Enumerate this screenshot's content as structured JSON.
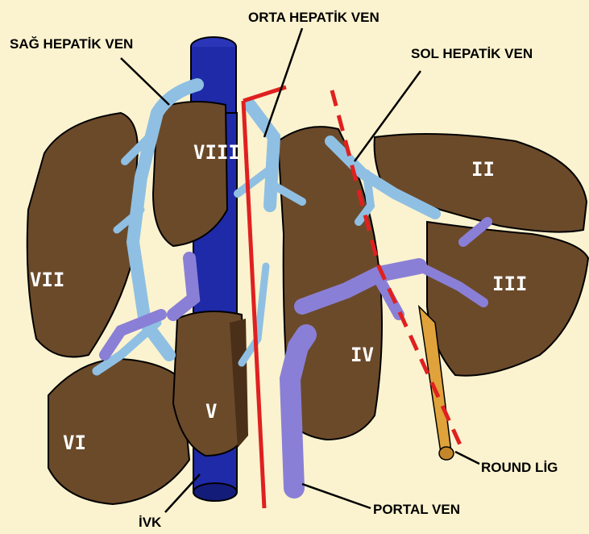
{
  "labels": {
    "sag_hepatik_ven": "SAĞ HEPATİK VEN",
    "orta_hepatik_ven": "ORTA HEPATİK VEN",
    "sol_hepatik_ven": "SOL HEPATİK VEN",
    "round_lig": "ROUND LİG",
    "portal_ven": "PORTAL VEN",
    "ivk": "İVK"
  },
  "segments": {
    "ii": "II",
    "iii": "III",
    "iv": "IV",
    "v": "V",
    "vi": "VI",
    "vii": "VII",
    "viii": "VIII"
  },
  "colors": {
    "background": "#fbf3cf",
    "liver": "#6b4a2a",
    "liver_shadow": "#4a3018",
    "hepatic_vein": "#8fc0e3",
    "portal_vein": "#8a7fd6",
    "ivc": "#1f2aa8",
    "round_ligament": "#e0a23a",
    "cut_line": "#e02020"
  }
}
